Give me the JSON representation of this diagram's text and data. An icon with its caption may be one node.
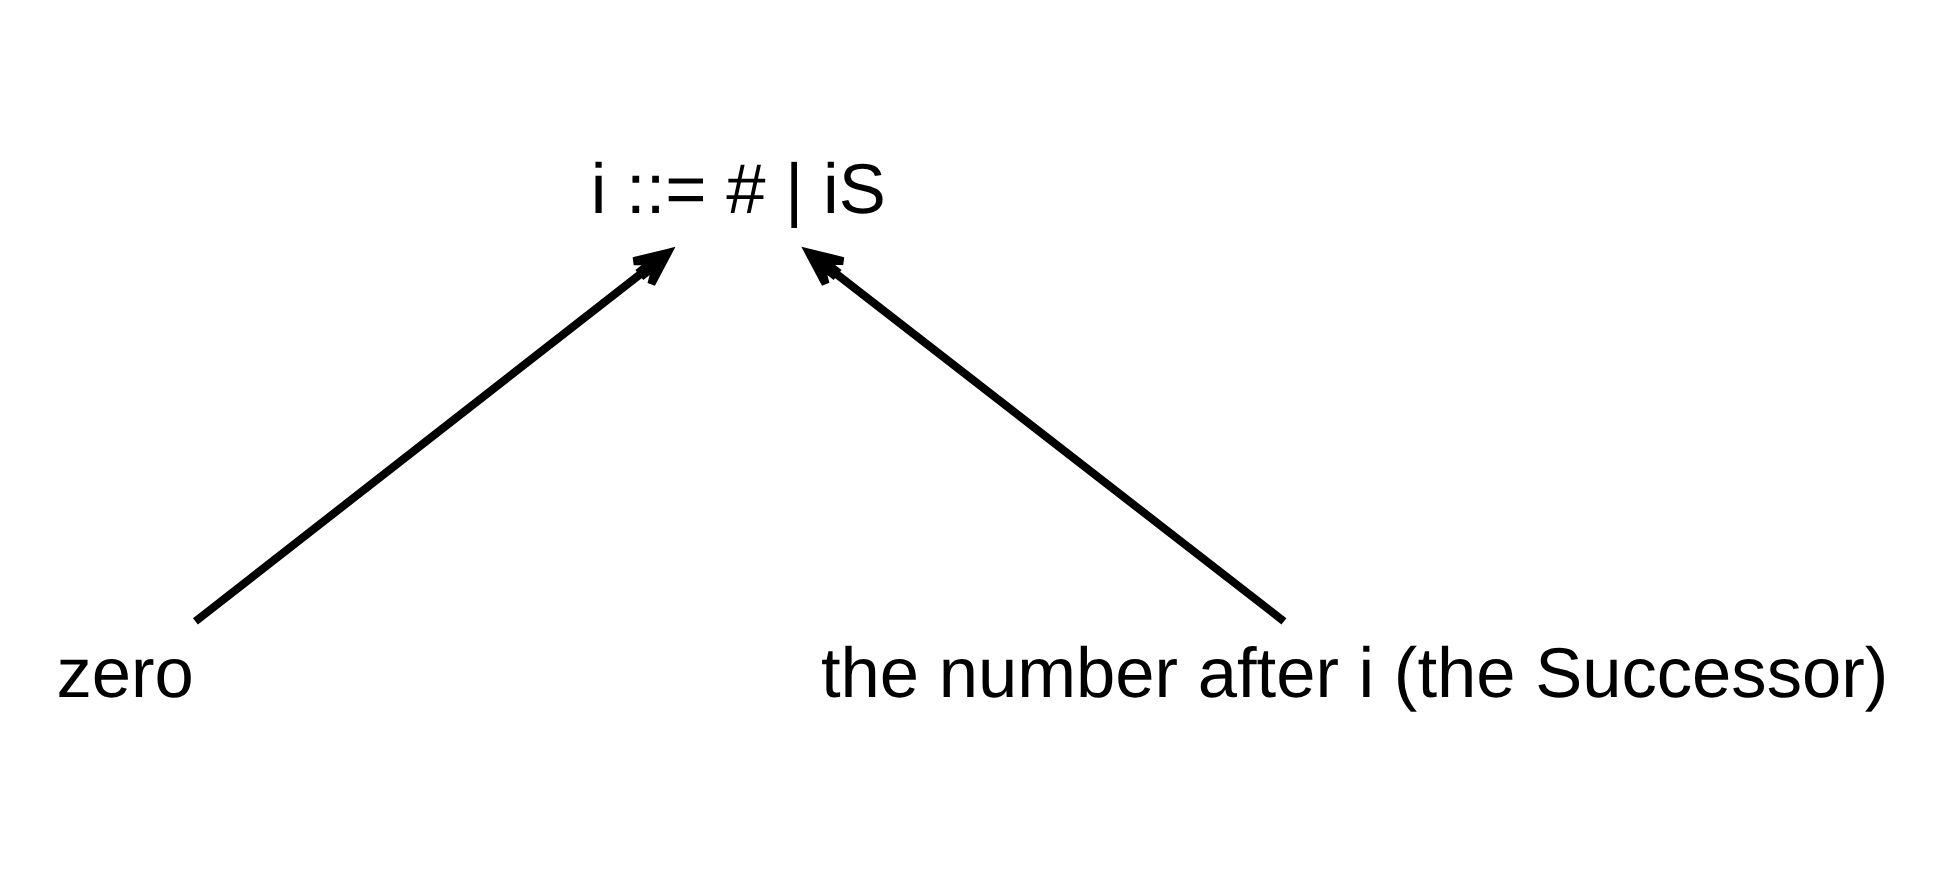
{
  "diagram": {
    "nodes": [
      {
        "text": [
          "i ::= # | iS"
        ]
      },
      {
        "text": [
          "zero"
        ]
      },
      {
        "text": [
          "the number after i (the Successor)"
        ]
      }
    ],
    "edges": [
      {
        "from": 1,
        "to": 0,
        "arrow": "to"
      },
      {
        "from": 2,
        "to": 0,
        "arrow": "to"
      }
    ]
  }
}
